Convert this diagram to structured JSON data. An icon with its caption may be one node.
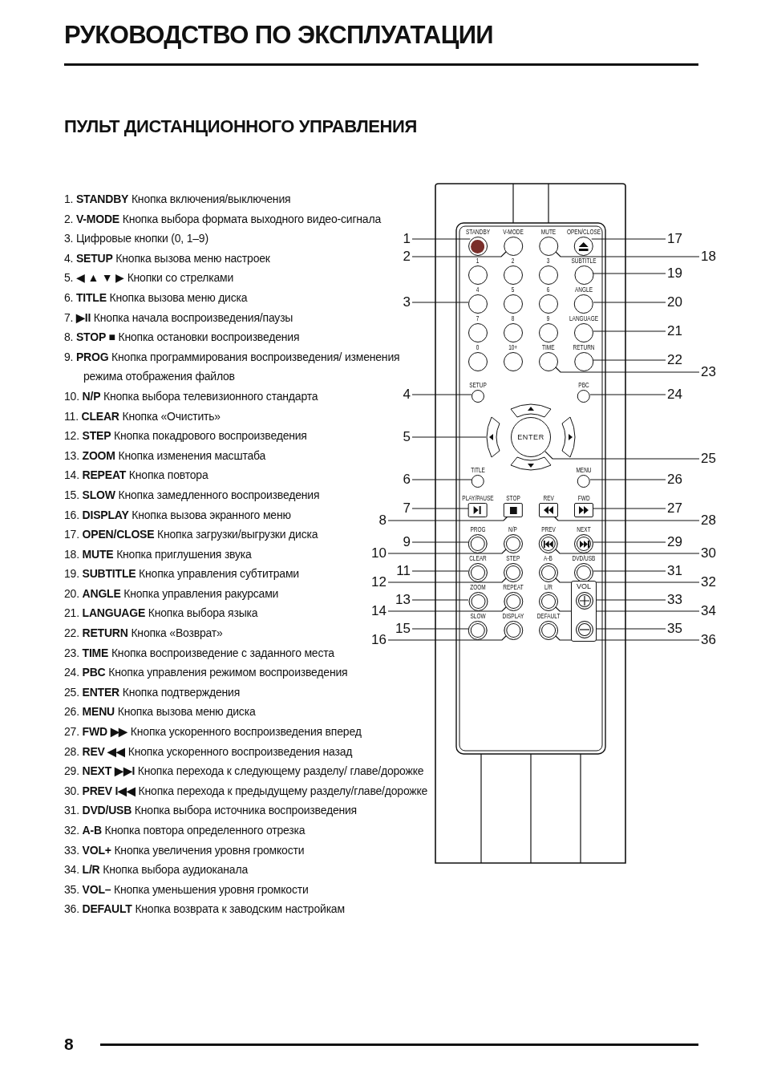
{
  "diagram": {
    "title": "РУКОВОДСТВО ПО ЭКСПЛУАТАЦИИ",
    "nodes": [
      {
        "text": [
          "STANDBY"
        ]
      },
      {
        "text": [
          "V-MODE"
        ]
      },
      {
        "text": [
          "MUTE"
        ]
      },
      {
        "text": [
          "OPEN/CLOSE"
        ]
      },
      {
        "text": [
          "1"
        ]
      },
      {
        "text": [
          "2"
        ]
      },
      {
        "text": [
          "3"
        ]
      },
      {
        "text": [
          "SUBTITLE"
        ]
      },
      {
        "text": [
          "4"
        ]
      },
      {
        "text": [
          "5"
        ]
      },
      {
        "text": [
          "6"
        ]
      },
      {
        "text": [
          "ANGLE"
        ]
      },
      {
        "text": [
          "7"
        ]
      },
      {
        "text": [
          "8"
        ]
      },
      {
        "text": [
          "9"
        ]
      },
      {
        "text": [
          "LANGUAGE"
        ]
      },
      {
        "text": [
          "0"
        ]
      },
      {
        "text": [
          "10+"
        ]
      },
      {
        "text": [
          "TIME"
        ]
      },
      {
        "text": [
          "RETURN"
        ]
      },
      {
        "text": [
          "SETUP"
        ]
      },
      {
        "text": [
          "PBC"
        ]
      },
      {
        "text": [],
        "shape": "arc"
      },
      {
        "text": [],
        "shape": "arc"
      },
      {
        "text": [
          "ENTER"
        ]
      },
      {
        "text": [],
        "shape": "arc"
      },
      {
        "text": [],
        "shape": "arc"
      },
      {
        "text": [
          "TITLE"
        ]
      },
      {
        "text": [
          "MENU"
        ]
      },
      {
        "text": [
          "PLAY/PAUSE"
        ]
      },
      {
        "text": [
          "STOP"
        ]
      },
      {
        "text": [
          "REV"
        ]
      },
      {
        "text": [
          "FWD"
        ]
      },
      {
        "text": [
          "PROG"
        ]
      },
      {
        "text": [
          "N/P"
        ]
      },
      {
        "text": [
          "PREV"
        ]
      },
      {
        "text": [
          "NEXT"
        ]
      },
      {
        "text": [
          "CLEAR"
        ]
      },
      {
        "text": [
          "STEP"
        ]
      },
      {
        "text": [
          "A-B"
        ]
      },
      {
        "text": [
          "DVD/USB"
        ]
      },
      {
        "text": [
          "ZOOM"
        ]
      },
      {
        "text": [
          "REPEAT"
        ]
      },
      {
        "text": [
          "L/R"
        ]
      },
      {
        "text": [
          "VOL"
        ]
      },
      {
        "text": [],
        "shape": "circle",
        "in": 44
      },
      {
        "text": [
          "SLOW"
        ]
      },
      {
        "text": [
          "DISPLAY"
        ]
      },
      {
        "text": [
          "DEFAULT"
        ]
      },
      {
        "text": [],
        "shape": "circle",
        "in": 44
      },
      {
        "text": [
          "1"
        ]
      },
      {
        "text": [
          "2"
        ]
      },
      {
        "text": [
          "3"
        ]
      },
      {
        "text": [
          "4"
        ]
      },
      {
        "text": [
          "5"
        ]
      },
      {
        "text": [
          "6"
        ]
      },
      {
        "text": [
          "7"
        ]
      },
      {
        "text": [
          "8"
        ]
      },
      {
        "text": [
          "9"
        ]
      },
      {
        "text": [
          "10"
        ]
      },
      {
        "text": [
          "11"
        ]
      },
      {
        "text": [
          "12"
        ]
      },
      {
        "text": [
          "13"
        ]
      },
      {
        "text": [
          "14"
        ]
      },
      {
        "text": [
          "15"
        ]
      },
      {
        "text": [
          "16"
        ]
      },
      {
        "text": [
          "17"
        ]
      },
      {
        "text": [
          "18"
        ]
      },
      {
        "text": [
          "19"
        ]
      },
      {
        "text": [
          "20"
        ]
      },
      {
        "text": [
          "21"
        ]
      },
      {
        "text": [
          "22"
        ]
      },
      {
        "text": [
          "23"
        ]
      },
      {
        "text": [
          "24"
        ]
      },
      {
        "text": [
          "25"
        ]
      },
      {
        "text": [
          "26"
        ]
      },
      {
        "text": [
          "27"
        ]
      },
      {
        "text": [
          "28"
        ]
      },
      {
        "text": [
          "29"
        ]
      },
      {
        "text": [
          "30"
        ]
      },
      {
        "text": [
          "31"
        ]
      },
      {
        "text": [
          "32"
        ]
      },
      {
        "text": [
          "33"
        ]
      },
      {
        "text": [
          "34"
        ]
      },
      {
        "text": [
          "35"
        ]
      },
      {
        "text": [
          "36"
        ]
      }
    ],
    "edges": [
      {
        "from": 50,
        "to": 0,
        "arrow": "none"
      },
      {
        "from": 51,
        "to": 1,
        "arrow": "none"
      },
      {
        "from": 52,
        "to": 8,
        "arrow": "none"
      },
      {
        "from": 53,
        "to": 20,
        "arrow": "none"
      },
      {
        "from": 54,
        "to": 23,
        "arrow": "none"
      },
      {
        "from": 55,
        "to": 27,
        "arrow": "none"
      },
      {
        "from": 56,
        "to": 29,
        "arrow": "none"
      },
      {
        "from": 57,
        "to": 30,
        "arrow": "none"
      },
      {
        "from": 58,
        "to": 33,
        "arrow": "none"
      },
      {
        "from": 59,
        "to": 34,
        "arrow": "none"
      },
      {
        "from": 60,
        "to": 37,
        "arrow": "none"
      },
      {
        "from": 61,
        "to": 38,
        "arrow": "none"
      },
      {
        "from": 62,
        "to": 41,
        "arrow": "none"
      },
      {
        "from": 63,
        "to": 42,
        "arrow": "none"
      },
      {
        "from": 64,
        "to": 46,
        "arrow": "none"
      },
      {
        "from": 65,
        "to": 47,
        "arrow": "none"
      },
      {
        "from": 66,
        "to": 3,
        "arrow": "none"
      },
      {
        "from": 67,
        "to": 2,
        "arrow": "none"
      },
      {
        "from": 68,
        "to": 7,
        "arrow": "none"
      },
      {
        "from": 69,
        "to": 11,
        "arrow": "none"
      },
      {
        "from": 70,
        "to": 15,
        "arrow": "none"
      },
      {
        "from": 71,
        "to": 19,
        "arrow": "none"
      },
      {
        "from": 72,
        "to": 18,
        "arrow": "none"
      },
      {
        "from": 73,
        "to": 21,
        "arrow": "none"
      },
      {
        "from": 74,
        "to": 24,
        "arrow": "none"
      },
      {
        "from": 75,
        "to": 28,
        "arrow": "none"
      },
      {
        "from": 76,
        "to": 32,
        "arrow": "none"
      },
      {
        "from": 77,
        "to": 31,
        "arrow": "none"
      },
      {
        "from": 78,
        "to": 36,
        "arrow": "none"
      },
      {
        "from": 79,
        "to": 35,
        "arrow": "none"
      },
      {
        "from": 80,
        "to": 40,
        "arrow": "none"
      },
      {
        "from": 81,
        "to": 39,
        "arrow": "none"
      },
      {
        "from": 82,
        "to": 45,
        "arrow": "none"
      },
      {
        "from": 83,
        "to": 43,
        "arrow": "none"
      },
      {
        "from": 84,
        "to": 49,
        "arrow": "none"
      },
      {
        "from": 85,
        "to": 48,
        "arrow": "none"
      }
    ],
    "labels": [
      "ПУЛЬТ ДИСТАНЦИОННОГО УПРАВЛЕНИЯ",
      "1. **STANDBY** Кнопка включения/выключения",
      "2. **V-MODE** Кнопка выбора формата выходного видео-сигнала",
      "3. Цифровые кнопки (0, 1–9)",
      "4. **SETUP** Кнопка вызова меню настроек",
      "5. ◀ ▲ ▼ ▶ Кнопки со стрелками",
      "6. **TITLE** Кнопка вызова меню диска",
      "7. **▶II** Кнопка начала воспроизведения/паузы",
      "8. **STOP ■** Кнопка остановки воспроизведения",
      "9. **PROG** Кнопка программирования воспроизведения/ изменения режима отображения файлов",
      "10. **N/P** Кнопка выбора телевизионного стандарта",
      "11. **CLEAR** Кнопка «Очистить»",
      "12. **STEP** Кнопка покадрового воспроизведения",
      "13. **ZOOM** Кнопка изменения масштаба",
      "14. **REPEAT** Кнопка повтора",
      "15. **SLOW** Кнопка замедленного воспроизведения",
      "16. **DISPLAY** Кнопка вызова экранного меню",
      "17. **OPEN/CLOSE** Кнопка загрузки/выгрузки диска",
      "18. **MUTE** Кнопка приглушения звука",
      "19. **SUBTITLE** Кнопка управления субтитрами",
      "20. **ANGLE** Кнопка управления ракурсами",
      "21. **LANGUAGE** Кнопка выбора языка",
      "22. **RETURN** Кнопка «Возврат»",
      "23. **TIME** Кнопка воспроизведение с заданного места",
      "24. **PBC** Кнопка управления режимом воспроизведения",
      "25. **ENTER** Кнопка подтверждения",
      "26. **MENU** Кнопка вызова меню диска",
      "27. **FWD ▶▶** Кнопка ускоренного воспроизведения вперед",
      "28. **REV ◀◀** Кнопка ускоренного воспроизведения назад",
      "29. **NEXT ▶▶I** Кнопка перехода к следующему разделу/ главе/дорожке",
      "30. **PREV I◀◀** Кнопка перехода к предыдущему разделу/главе/дорожке",
      "31. **DVD/USB** Кнопка выбора источника воспроизведения",
      "32. **A-B** Кнопка повтора определенного отрезка",
      "33. **VOL+** Кнопка увеличения уровня громкости",
      "34. **L/R** Кнопка выбора аудиоканала",
      "35. **VOL–** Кнопка уменьшения уровня громкости",
      "36. **DEFAULT** Кнопка возврата к заводским настройкам",
      "8"
    ]
  }
}
